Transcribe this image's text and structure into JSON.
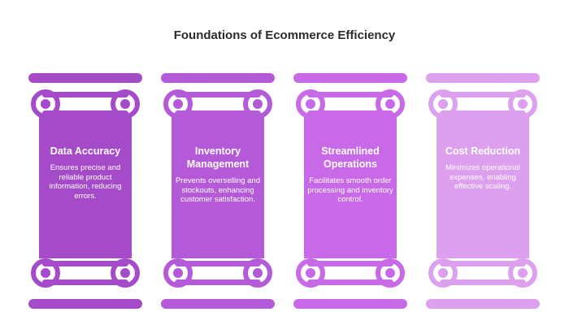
{
  "title": "Foundations of Ecommerce Efficiency",
  "colors": {
    "pillar1": "#a54bc9",
    "pillar2": "#b45ad8",
    "pillar3": "#c86ae8",
    "pillar4": "#dda0ee"
  },
  "pillars": [
    {
      "heading": "Data Accuracy",
      "description": "Ensures precise and reliable product information, reducing errors.",
      "color": "#a54bc9"
    },
    {
      "heading": "Inventory Management",
      "description": "Prevents overselling and stockouts, enhancing customer satisfaction.",
      "color": "#b45ad8"
    },
    {
      "heading": "Streamlined Operations",
      "description": "Facilitates smooth order processing and inventory control.",
      "color": "#c86ae8"
    },
    {
      "heading": "Cost Reduction",
      "description": "Minimizes operational expenses, enabling effective scaling.",
      "color": "#dda0ee"
    }
  ]
}
